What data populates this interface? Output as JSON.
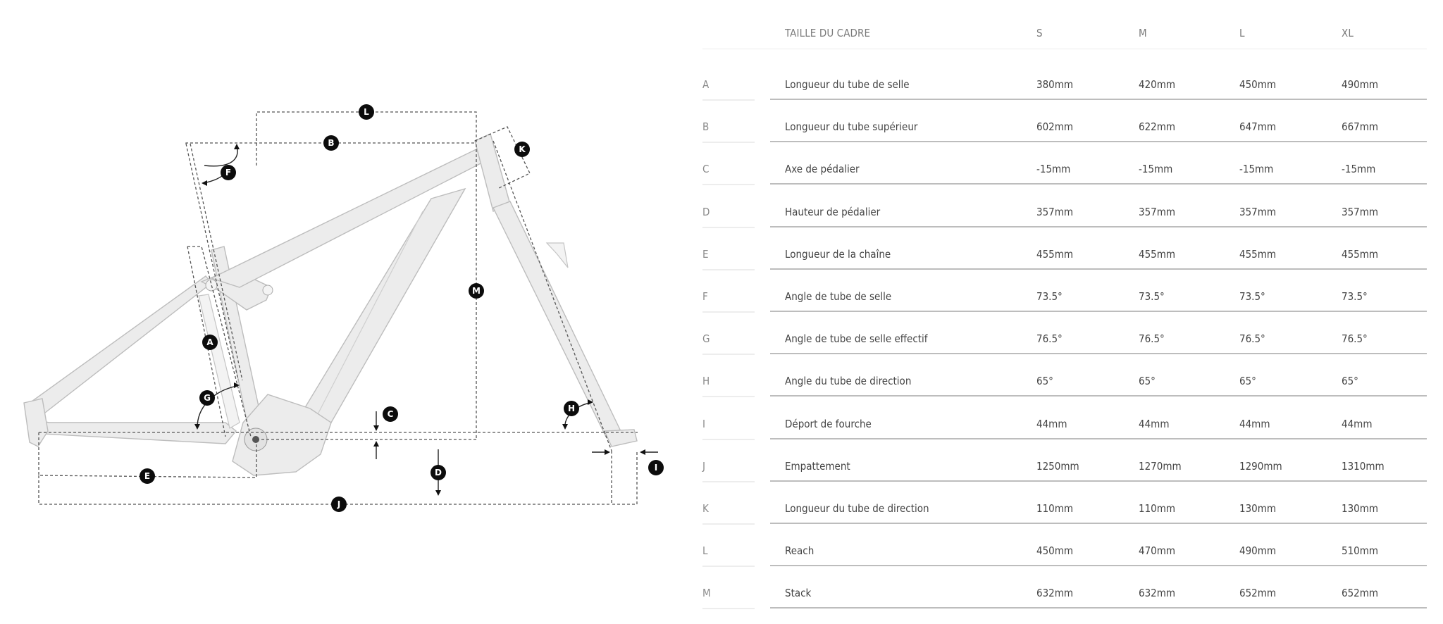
{
  "diagram": {
    "title": "Bike frame geometry diagram",
    "markers": [
      "A",
      "B",
      "C",
      "D",
      "E",
      "F",
      "G",
      "H",
      "I",
      "J",
      "K",
      "L",
      "M"
    ]
  },
  "table": {
    "header": {
      "letter": "",
      "label": "TAILLE DU CADRE",
      "sizes": [
        "S",
        "M",
        "L",
        "XL"
      ]
    },
    "rows": [
      {
        "letter": "A",
        "label": "Longueur du tube de selle",
        "values": [
          "380mm",
          "420mm",
          "450mm",
          "490mm"
        ]
      },
      {
        "letter": "B",
        "label": "Longueur du tube supérieur",
        "values": [
          "602mm",
          "622mm",
          "647mm",
          "667mm"
        ]
      },
      {
        "letter": "C",
        "label": "Axe de pédalier",
        "values": [
          "-15mm",
          "-15mm",
          "-15mm",
          "-15mm"
        ]
      },
      {
        "letter": "D",
        "label": "Hauteur de pédalier",
        "values": [
          "357mm",
          "357mm",
          "357mm",
          "357mm"
        ]
      },
      {
        "letter": "E",
        "label": "Longueur de la chaîne",
        "values": [
          "455mm",
          "455mm",
          "455mm",
          "455mm"
        ]
      },
      {
        "letter": "F",
        "label": "Angle de tube de selle",
        "values": [
          "73.5°",
          "73.5°",
          "73.5°",
          "73.5°"
        ]
      },
      {
        "letter": "G",
        "label": "Angle de tube de selle effectif",
        "values": [
          "76.5°",
          "76.5°",
          "76.5°",
          "76.5°"
        ]
      },
      {
        "letter": "H",
        "label": "Angle du tube de direction",
        "values": [
          "65°",
          "65°",
          "65°",
          "65°"
        ]
      },
      {
        "letter": "I",
        "label": "Déport de fourche",
        "values": [
          "44mm",
          "44mm",
          "44mm",
          "44mm"
        ]
      },
      {
        "letter": "J",
        "label": "Empattement",
        "values": [
          "1250mm",
          "1270mm",
          "1290mm",
          "1310mm"
        ]
      },
      {
        "letter": "K",
        "label": "Longueur du tube de direction",
        "values": [
          "110mm",
          "110mm",
          "130mm",
          "130mm"
        ]
      },
      {
        "letter": "L",
        "label": "Reach",
        "values": [
          "450mm",
          "470mm",
          "490mm",
          "510mm"
        ]
      },
      {
        "letter": "M",
        "label": "Stack",
        "values": [
          "632mm",
          "632mm",
          "652mm",
          "652mm"
        ]
      }
    ]
  },
  "colors": {
    "text": "#444444",
    "muted": "#7a7a7a",
    "rule": "#bdbdbd",
    "marker": "#0c0c0c",
    "frame": "#ececec"
  }
}
